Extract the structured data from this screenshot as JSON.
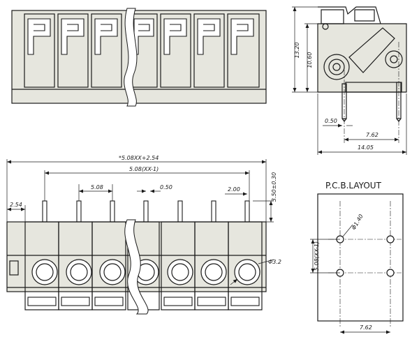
{
  "dimensions": {
    "height_13_20": "13.20",
    "height_10_60": "10.60",
    "pin_0_50_side": "0.50",
    "spacing_7_62_side": "7.62",
    "width_14_05": "14.05",
    "total_length": "*5.08XX+2.54",
    "pin_span": "5.08(XX-1)",
    "pitch": "5.08",
    "pin_0_50_front": "0.50",
    "end_2_00": "2.00",
    "pin_height": "3.50±0.30",
    "offset_2_54": "2.54",
    "screw_dia": "Φ3.2",
    "pcb_pitch_vertical": "5.08(XX-1)",
    "hole_dia": "Φ1.40",
    "pcb_spacing": "7.62"
  },
  "pcb_layout": {
    "title": "P.C.B.LAYOUT"
  }
}
